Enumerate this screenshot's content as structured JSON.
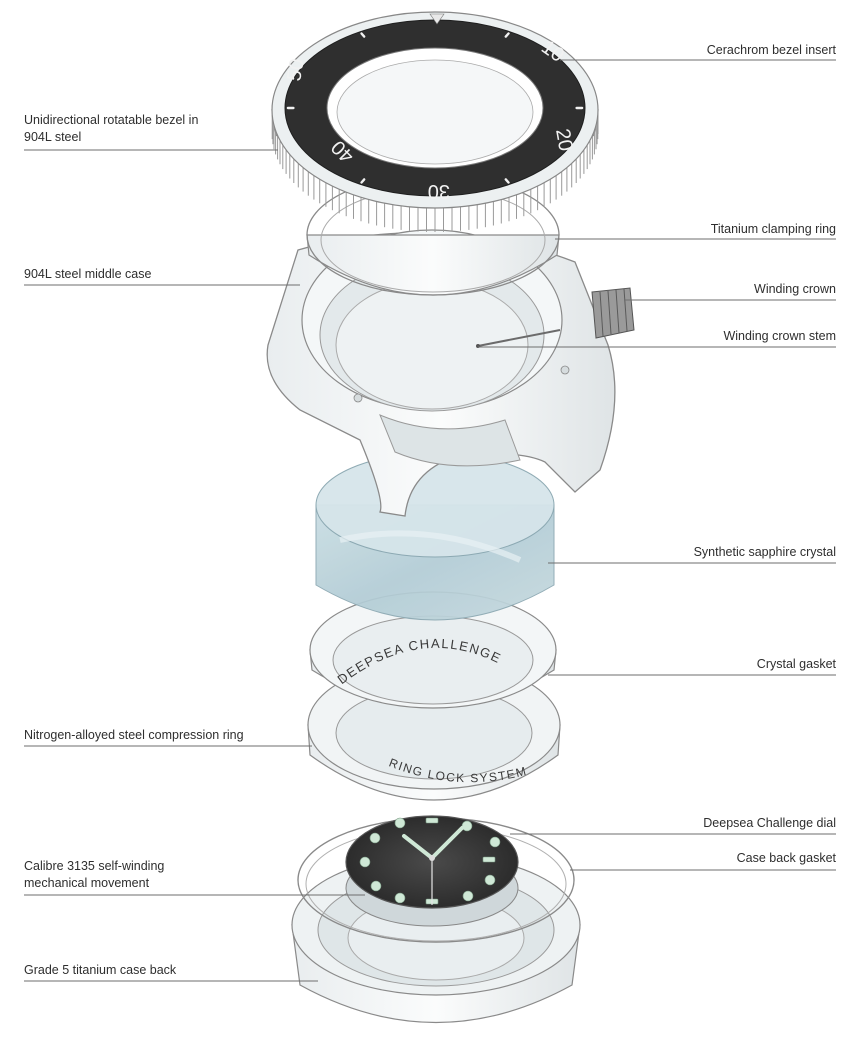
{
  "labels": {
    "bezel_insert": "Cerachrom bezel insert",
    "bezel_line1": "Unidirectional rotatable bezel in",
    "bezel_line2": "904L steel",
    "clamping_ring": "Titanium clamping ring",
    "middle_case": "904L steel middle case",
    "winding_crown": "Winding crown",
    "winding_crown_stem": "Winding crown stem",
    "sapphire_crystal": "Synthetic sapphire crystal",
    "crystal_gasket": "Crystal gasket",
    "compression_ring": "Nitrogen-alloyed steel compression ring",
    "dial": "Deepsea Challenge dial",
    "case_back_gasket": "Case back gasket",
    "movement_line1": "Calibre 3135 self-winding",
    "movement_line2": "mechanical movement",
    "case_back": "Grade 5 titanium case back"
  },
  "engravings": {
    "crystal_gasket_text": "DEEPSEA CHALLENGE",
    "compression_ring_text": "RING LOCK SYSTEM"
  },
  "bezel_numbers": [
    "10",
    "20",
    "30",
    "40",
    "50"
  ],
  "colors": {
    "text": "#2e2e2e",
    "leader_line": "#6e6e6e",
    "outline": "#7a7a7a",
    "bezel_insert": "#2f2f2f",
    "crystal": "#b9d3dc",
    "lume": "#cfe8d6"
  }
}
